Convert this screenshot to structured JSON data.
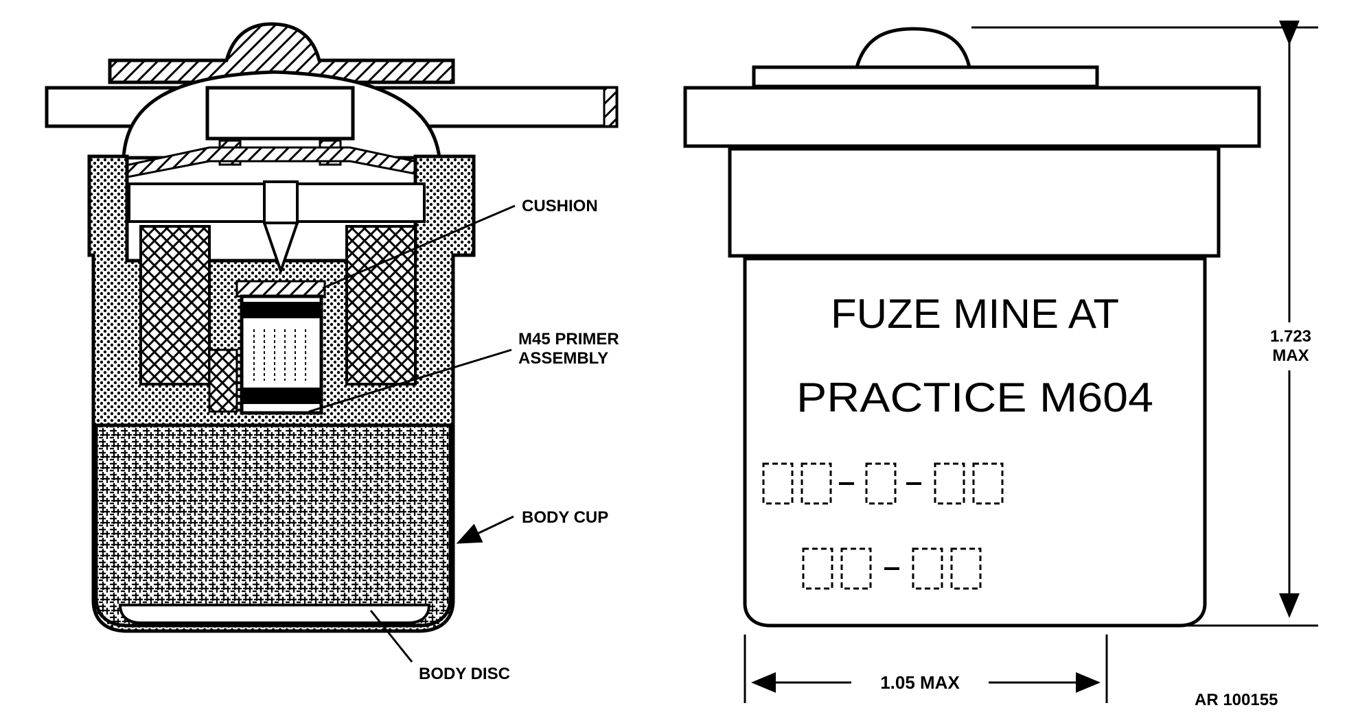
{
  "callouts": {
    "cushion": "CUSHION",
    "primer_line1": "M45 PRIMER",
    "primer_line2": "ASSEMBLY",
    "body_cup": "BODY CUP",
    "body_disc": "BODY DISC"
  },
  "marking": {
    "line1": "FUZE MINE AT",
    "line2": "PRACTICE M604"
  },
  "dimensions": {
    "height_value": "1.723",
    "height_unit": "MAX",
    "width_label": "1.05  MAX"
  },
  "figure_id": "AR 100155",
  "colors": {
    "ink": "#000000",
    "paper": "#ffffff"
  }
}
